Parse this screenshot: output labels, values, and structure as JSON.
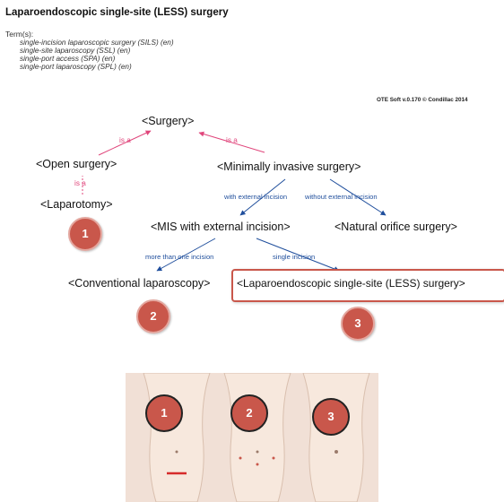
{
  "header": {
    "title": "Laparoendoscopic single-site (LESS) surgery",
    "terms_label": "Term(s):",
    "terms": [
      "single-incision laparoscopic surgery (SILS) (en)",
      "single-site laparoscopy (SSL) (en)",
      "single-port access (SPA) (en)",
      "single-port laparoscopy (SPL) (en)"
    ]
  },
  "credit": "OTE Soft  v.0.170  © Condillac 2014",
  "diagram": {
    "nodes": {
      "surgery": "<Surgery>",
      "open_surgery": "<Open surgery>",
      "minimally_invasive": "<Minimally invasive surgery>",
      "laparotomy": "<Laparotomy>",
      "mis_external": "<MIS with external incision>",
      "natural_orifice": "<Natural orifice surgery>",
      "conventional_laparoscopy": "<Conventional laparoscopy>",
      "less_surgery": "<Laparoendoscopic single-site (LESS) surgery>"
    },
    "relations": {
      "isa_open": "is a",
      "isa_mis": "is a",
      "isa_laparotomy": "is a",
      "with_external": "with external incision",
      "without_external": "without external incision",
      "more_than_one": "more than one incision",
      "single": "single incision"
    },
    "badges": [
      "1",
      "2",
      "3"
    ]
  },
  "figure": {
    "badges": [
      "1",
      "2",
      "3"
    ]
  },
  "colors": {
    "isa": "#e0457b",
    "relation": "#1f4e9c",
    "badge": "#c9574b",
    "highlight": "#c9574b",
    "skin": "#f1e0d6"
  }
}
